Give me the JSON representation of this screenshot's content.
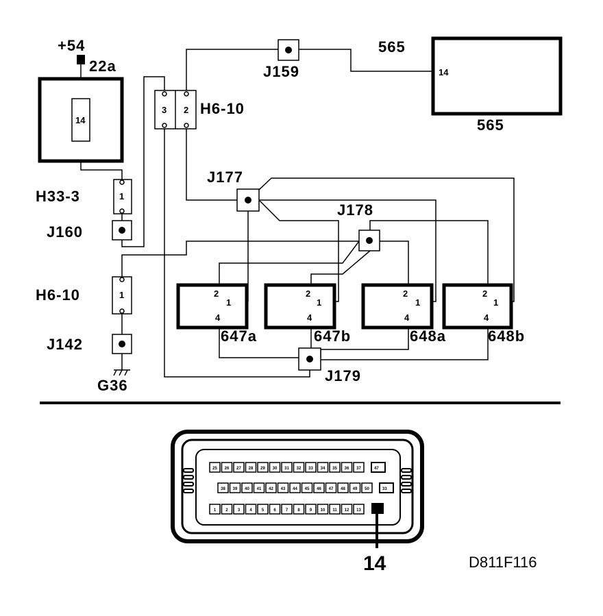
{
  "labels": {
    "plus54": "+54",
    "22a": "22a",
    "h33_3": "H33-3",
    "j160": "J160",
    "h6_10_left": "H6-10",
    "j142": "J142",
    "g36": "G36",
    "h6_10_top": "H6-10",
    "j159": "J159",
    "565_top": "565",
    "565_bottom": "565",
    "j177": "J177",
    "j178": "J178",
    "j179": "J179",
    "647a": "647a",
    "647b": "647b",
    "648a": "648a",
    "648b": "648b",
    "figure_id": "D811F116"
  },
  "pins": {
    "fuse": "14",
    "box565": "14",
    "h33": "1",
    "h6left": "1",
    "h6top_a": "3",
    "h6top_b": "2",
    "relay_2": "2",
    "relay_1": "1",
    "relay_4": "4",
    "connector_callout": "14"
  },
  "connector": {
    "row1": [
      "25",
      "26",
      "27",
      "28",
      "29",
      "30",
      "31",
      "32",
      "33",
      "34",
      "35",
      "36",
      "37"
    ],
    "row2": [
      "38",
      "39",
      "40",
      "41",
      "42",
      "43",
      "44",
      "45",
      "46",
      "47",
      "48",
      "49",
      "50"
    ],
    "row3": [
      "1",
      "2",
      "3",
      "4",
      "5",
      "6",
      "7",
      "8",
      "9",
      "10",
      "11",
      "12",
      "13"
    ],
    "extra_top": "47",
    "extra_mid": "33"
  }
}
